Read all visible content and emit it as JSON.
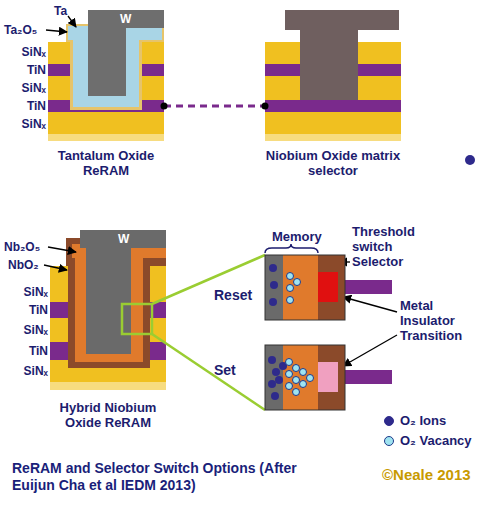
{
  "diagram": {
    "caption": "ReRAM and Selector Switch Options (After Euijun Cha et al IEDM 2013)",
    "nodes": [
      {
        "text": [
          "Tantalum Oxide ReRAM"
        ]
      },
      {
        "text": [
          "Niobium Oxide matrix selector"
        ]
      },
      {
        "text": [
          "Hybrid Niobium Oxide ReRAM"
        ]
      },
      {
        "text": [
          "Reset"
        ]
      },
      {
        "text": [
          "Set"
        ]
      }
    ],
    "edges": [
      {
        "from": 0,
        "to": 1,
        "arrow": "none"
      }
    ],
    "labels": [
      "Ta",
      "W",
      "Ta₂O₅",
      "SiNₓ",
      "TiN",
      "SiNₓ",
      "TiN",
      "SiNₓ",
      "Nb₂O₅",
      "NbO₂",
      "W",
      "SiNₓ",
      "TiN",
      "SiNₓ",
      "TiN",
      "SiNₓ",
      "Memory",
      "Threshold switch Selector",
      "Metal Insulator Transition",
      "©Neale 2013"
    ],
    "legend": [
      {
        "text": "O₂ Ions",
        "color": "#2e2a8c"
      },
      {
        "text": "O₂ Vacancy",
        "color": "#9fe3f0"
      }
    ]
  }
}
